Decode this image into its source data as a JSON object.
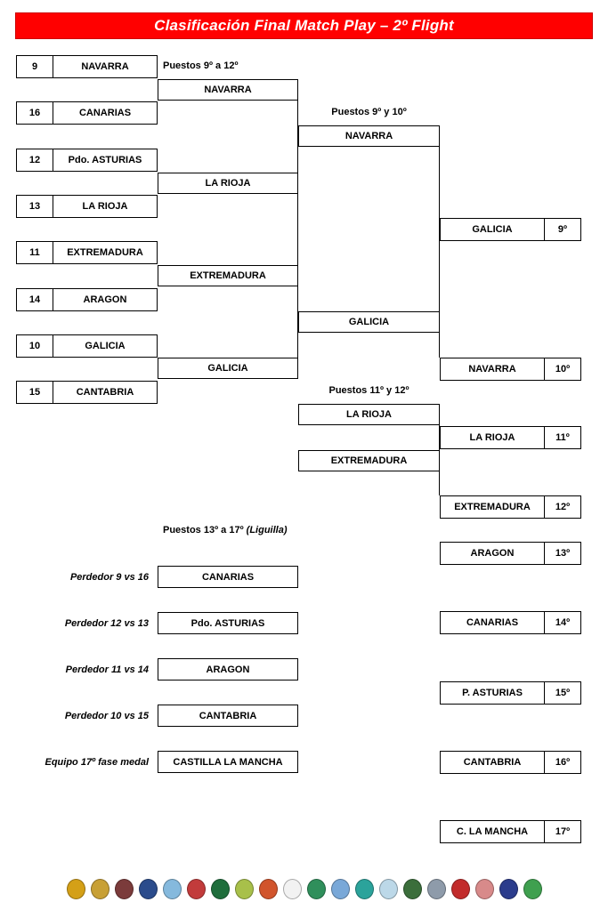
{
  "header": {
    "title": "Clasificación Final Match Play – 2º Flight",
    "bg_color": "#FF0000",
    "text_color": "#FFFFFF"
  },
  "bracket": {
    "round1_label": "Puestos 9º a 12º",
    "final_label": "Puestos 9º y 10º",
    "consolation_label": "Puestos 11º y 12º",
    "seeds": [
      {
        "seed": "9",
        "team": "NAVARRA"
      },
      {
        "seed": "16",
        "team": "CANARIAS"
      },
      {
        "seed": "12",
        "team": "Pdo. ASTURIAS"
      },
      {
        "seed": "13",
        "team": "LA RIOJA"
      },
      {
        "seed": "11",
        "team": "EXTREMADURA"
      },
      {
        "seed": "14",
        "team": "ARAGON"
      },
      {
        "seed": "10",
        "team": "GALICIA"
      },
      {
        "seed": "15",
        "team": "CANTABRIA"
      }
    ],
    "semifinal_winners": [
      "NAVARRA",
      "LA RIOJA",
      "EXTREMADURA",
      "GALICIA"
    ],
    "finalists": [
      "NAVARRA",
      "GALICIA"
    ],
    "consolation_teams": [
      "LA RIOJA",
      "EXTREMADURA"
    ],
    "placements": [
      {
        "team": "GALICIA",
        "pos": "9º"
      },
      {
        "team": "NAVARRA",
        "pos": "10º"
      },
      {
        "team": "LA RIOJA",
        "pos": "11º"
      },
      {
        "team": "EXTREMADURA",
        "pos": "12º"
      },
      {
        "team": "ARAGON",
        "pos": "13º"
      },
      {
        "team": "CANARIAS",
        "pos": "14º"
      },
      {
        "team": "P. ASTURIAS",
        "pos": "15º"
      },
      {
        "team": "CANTABRIA",
        "pos": "16º"
      },
      {
        "team": "C. LA MANCHA",
        "pos": "17º"
      }
    ]
  },
  "liguilla": {
    "title_bold": "Puestos 13º a 17º",
    "title_italic": "(Liguilla)",
    "rows": [
      {
        "label": "Perdedor 9 vs 16",
        "team": "CANARIAS"
      },
      {
        "label": "Perdedor 12 vs 13",
        "team": "Pdo. ASTURIAS"
      },
      {
        "label": "Perdedor 11 vs 14",
        "team": "ARAGON"
      },
      {
        "label": "Perdedor 10 vs 15",
        "team": "CANTABRIA"
      },
      {
        "label": "Equipo 17º fase medal",
        "team": "CASTILLA LA MANCHA"
      }
    ]
  },
  "footer": {
    "logos": [
      {
        "name": "federation-logo-1",
        "color": "#D4A017"
      },
      {
        "name": "federation-logo-2",
        "color": "#C8A035"
      },
      {
        "name": "federation-logo-3",
        "color": "#7B3B3B"
      },
      {
        "name": "federation-logo-4",
        "color": "#2B4C8C"
      },
      {
        "name": "federation-logo-5",
        "color": "#85B9DD"
      },
      {
        "name": "federation-logo-6",
        "color": "#C23B3B"
      },
      {
        "name": "federation-logo-7",
        "color": "#1F6E3C"
      },
      {
        "name": "federation-logo-8",
        "color": "#A8C04A"
      },
      {
        "name": "federation-logo-9",
        "color": "#D1542C"
      },
      {
        "name": "federation-logo-10",
        "color": "#F2F2F2"
      },
      {
        "name": "federation-logo-11",
        "color": "#2F8F5B"
      },
      {
        "name": "federation-logo-12",
        "color": "#79A8D8"
      },
      {
        "name": "federation-logo-13",
        "color": "#2BA39B"
      },
      {
        "name": "federation-logo-14",
        "color": "#BCD8E8"
      },
      {
        "name": "federation-logo-15",
        "color": "#3B6E3B"
      },
      {
        "name": "federation-logo-16",
        "color": "#8E9BAA"
      },
      {
        "name": "federation-logo-17",
        "color": "#C22B2B"
      },
      {
        "name": "federation-logo-18",
        "color": "#D88A8A"
      },
      {
        "name": "federation-logo-19",
        "color": "#2B3C8C"
      },
      {
        "name": "federation-logo-20",
        "color": "#3FA04F"
      }
    ]
  }
}
